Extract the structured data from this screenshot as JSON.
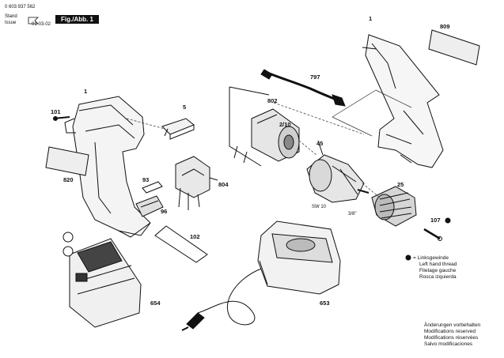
{
  "header": {
    "part_number": "0 603 937 562",
    "stand_label": "Stand",
    "issue_label": "Issue",
    "date": "01-03-02",
    "figure_label": "Fig./Abb. 1"
  },
  "parts": {
    "p1_left": "1",
    "p1_right": "1",
    "p101": "101",
    "p820": "820",
    "p5": "5",
    "p804": "804",
    "p93": "93",
    "p96": "96",
    "p102": "102",
    "p802": "802",
    "p2_10": "2/10",
    "p797": "797",
    "p809": "809",
    "p45": "45",
    "p25": "25",
    "p107": "107",
    "p653": "653",
    "p654": "654",
    "sw10": "SW 10",
    "thread": "3/8\""
  },
  "legend": {
    "symbol": "= Linksgewinde",
    "lines": [
      "Left hand thread",
      "Filetage gauche",
      "Rosca izquierda"
    ]
  },
  "notes": {
    "lines": [
      "Änderungen vorbehalten",
      "Modifications reserved",
      "Modifications réservées",
      "Salvo modificaciones"
    ]
  }
}
